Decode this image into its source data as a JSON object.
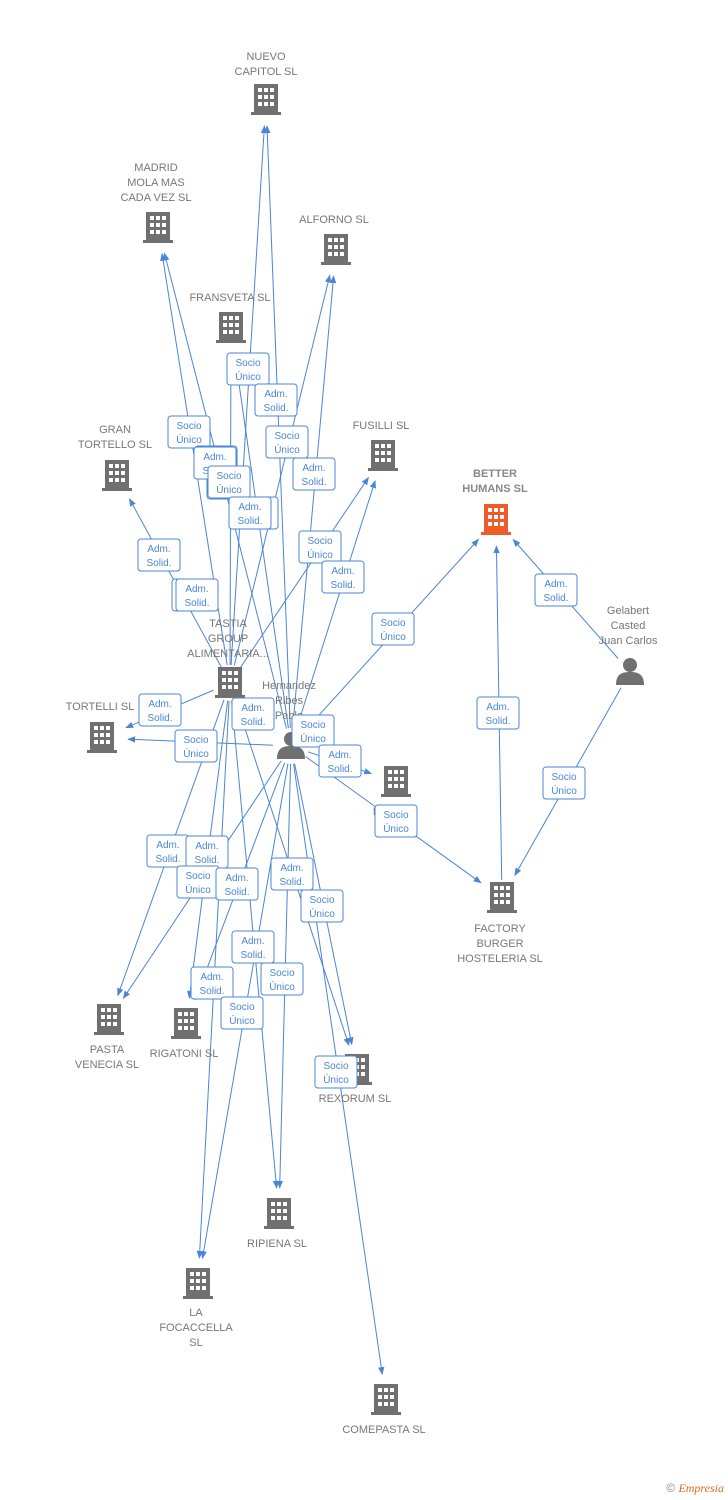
{
  "colors": {
    "edge": "#4a86d6",
    "company": "#707070",
    "focus": "#f05a28",
    "person": "#707070"
  },
  "nodes": [
    {
      "id": "nuevo",
      "type": "company",
      "label": [
        "NUEVO",
        "CAPITOL  SL"
      ]
    },
    {
      "id": "madrid",
      "type": "company",
      "label": [
        "MADRID",
        "MOLA MAS",
        "CADA VEZ SL"
      ]
    },
    {
      "id": "alforno",
      "type": "company",
      "label": [
        "ALFORNO SL"
      ]
    },
    {
      "id": "fransveta",
      "type": "company",
      "label": [
        "FRANSVETA SL"
      ]
    },
    {
      "id": "gran",
      "type": "company",
      "label": [
        "GRAN",
        "TORTELLO SL"
      ]
    },
    {
      "id": "fusilli",
      "type": "company",
      "label": [
        "FUSILLI SL"
      ]
    },
    {
      "id": "better",
      "type": "focus",
      "label": [
        "BETTER",
        "HUMANS  SL"
      ]
    },
    {
      "id": "gelabert",
      "type": "person",
      "label": [
        "Gelabert",
        "Casted",
        "Juan Carlos"
      ]
    },
    {
      "id": "tastia",
      "type": "company",
      "label": [
        "TASTIA",
        "GROUP",
        "ALIMENTARIA..."
      ]
    },
    {
      "id": "hernandez",
      "type": "person",
      "label": [
        "Hernandez",
        "Ribes",
        "Pablo"
      ]
    },
    {
      "id": "tortelli",
      "type": "company",
      "label": [
        "TORTELLI SL"
      ]
    },
    {
      "id": "me",
      "type": "company",
      "label": [
        "ME... SL"
      ]
    },
    {
      "id": "factory",
      "type": "company",
      "label": [
        "FACTORY",
        "BURGER",
        "HOSTELERIA SL"
      ]
    },
    {
      "id": "pasta",
      "type": "company",
      "label": [
        "PASTA",
        "VENECIA SL"
      ]
    },
    {
      "id": "rigatoni",
      "type": "company",
      "label": [
        "RIGATONI SL"
      ]
    },
    {
      "id": "rexorum",
      "type": "company",
      "label": [
        "REXORUM SL"
      ]
    },
    {
      "id": "ripiena",
      "type": "company",
      "label": [
        "RIPIENA SL"
      ]
    },
    {
      "id": "focaccella",
      "type": "company",
      "label": [
        "LA",
        "FOCACCELLA",
        "SL"
      ]
    },
    {
      "id": "comepasta",
      "type": "company",
      "label": [
        "COMEPASTA SL"
      ]
    }
  ],
  "edge_labels": [
    [
      "Socio",
      "Único"
    ],
    [
      "Adm.",
      "Solid."
    ],
    [
      "Socio",
      "Único"
    ],
    [
      "Adm.",
      "Solid."
    ],
    [
      "Adm.",
      "Solid."
    ],
    [
      "Socio",
      "Único"
    ],
    [
      "Adm.",
      "Solid."
    ],
    [
      "Socio",
      "Único"
    ],
    [
      "Adm.",
      "Solid."
    ],
    [
      "Adm.",
      "Solid."
    ],
    [
      "Socio",
      "Único"
    ],
    [
      "Adm.",
      "Solid."
    ],
    [
      "Socio",
      "Único"
    ],
    [
      "Adm.",
      "Solid."
    ],
    [
      "Adm.",
      "Solid."
    ],
    [
      "Socio",
      "Único"
    ],
    [
      "Adm.",
      "Solid."
    ],
    [
      "Socio",
      "Único"
    ],
    [
      "Adm.",
      "Solid."
    ],
    [
      "Socio",
      "Único"
    ],
    [
      "Adm.",
      "Solid."
    ],
    [
      "Adm.",
      "Solid."
    ],
    [
      "Socio",
      "Único"
    ],
    [
      "Adm.",
      "Solid."
    ],
    [
      "Adm.",
      "Solid."
    ],
    [
      "Socio",
      "Único"
    ],
    [
      "Adm.",
      "Solid."
    ],
    [
      "Socio",
      "Único"
    ],
    [
      "Adm.",
      "Solid."
    ],
    [
      "Socio",
      "Único"
    ],
    [
      "Socio",
      "Único"
    ],
    [
      "Adm.",
      "Solid."
    ],
    [
      "Socio",
      "Único"
    ],
    [
      "Adm.",
      "Solid."
    ],
    [
      "Socio",
      "Único"
    ],
    [
      "Adm.",
      "Solid."
    ],
    [
      "Adm.",
      "Solid."
    ],
    [
      "Adm.",
      "Solid."
    ]
  ],
  "footer": {
    "copyright": "©",
    "brand": "Empresia"
  }
}
